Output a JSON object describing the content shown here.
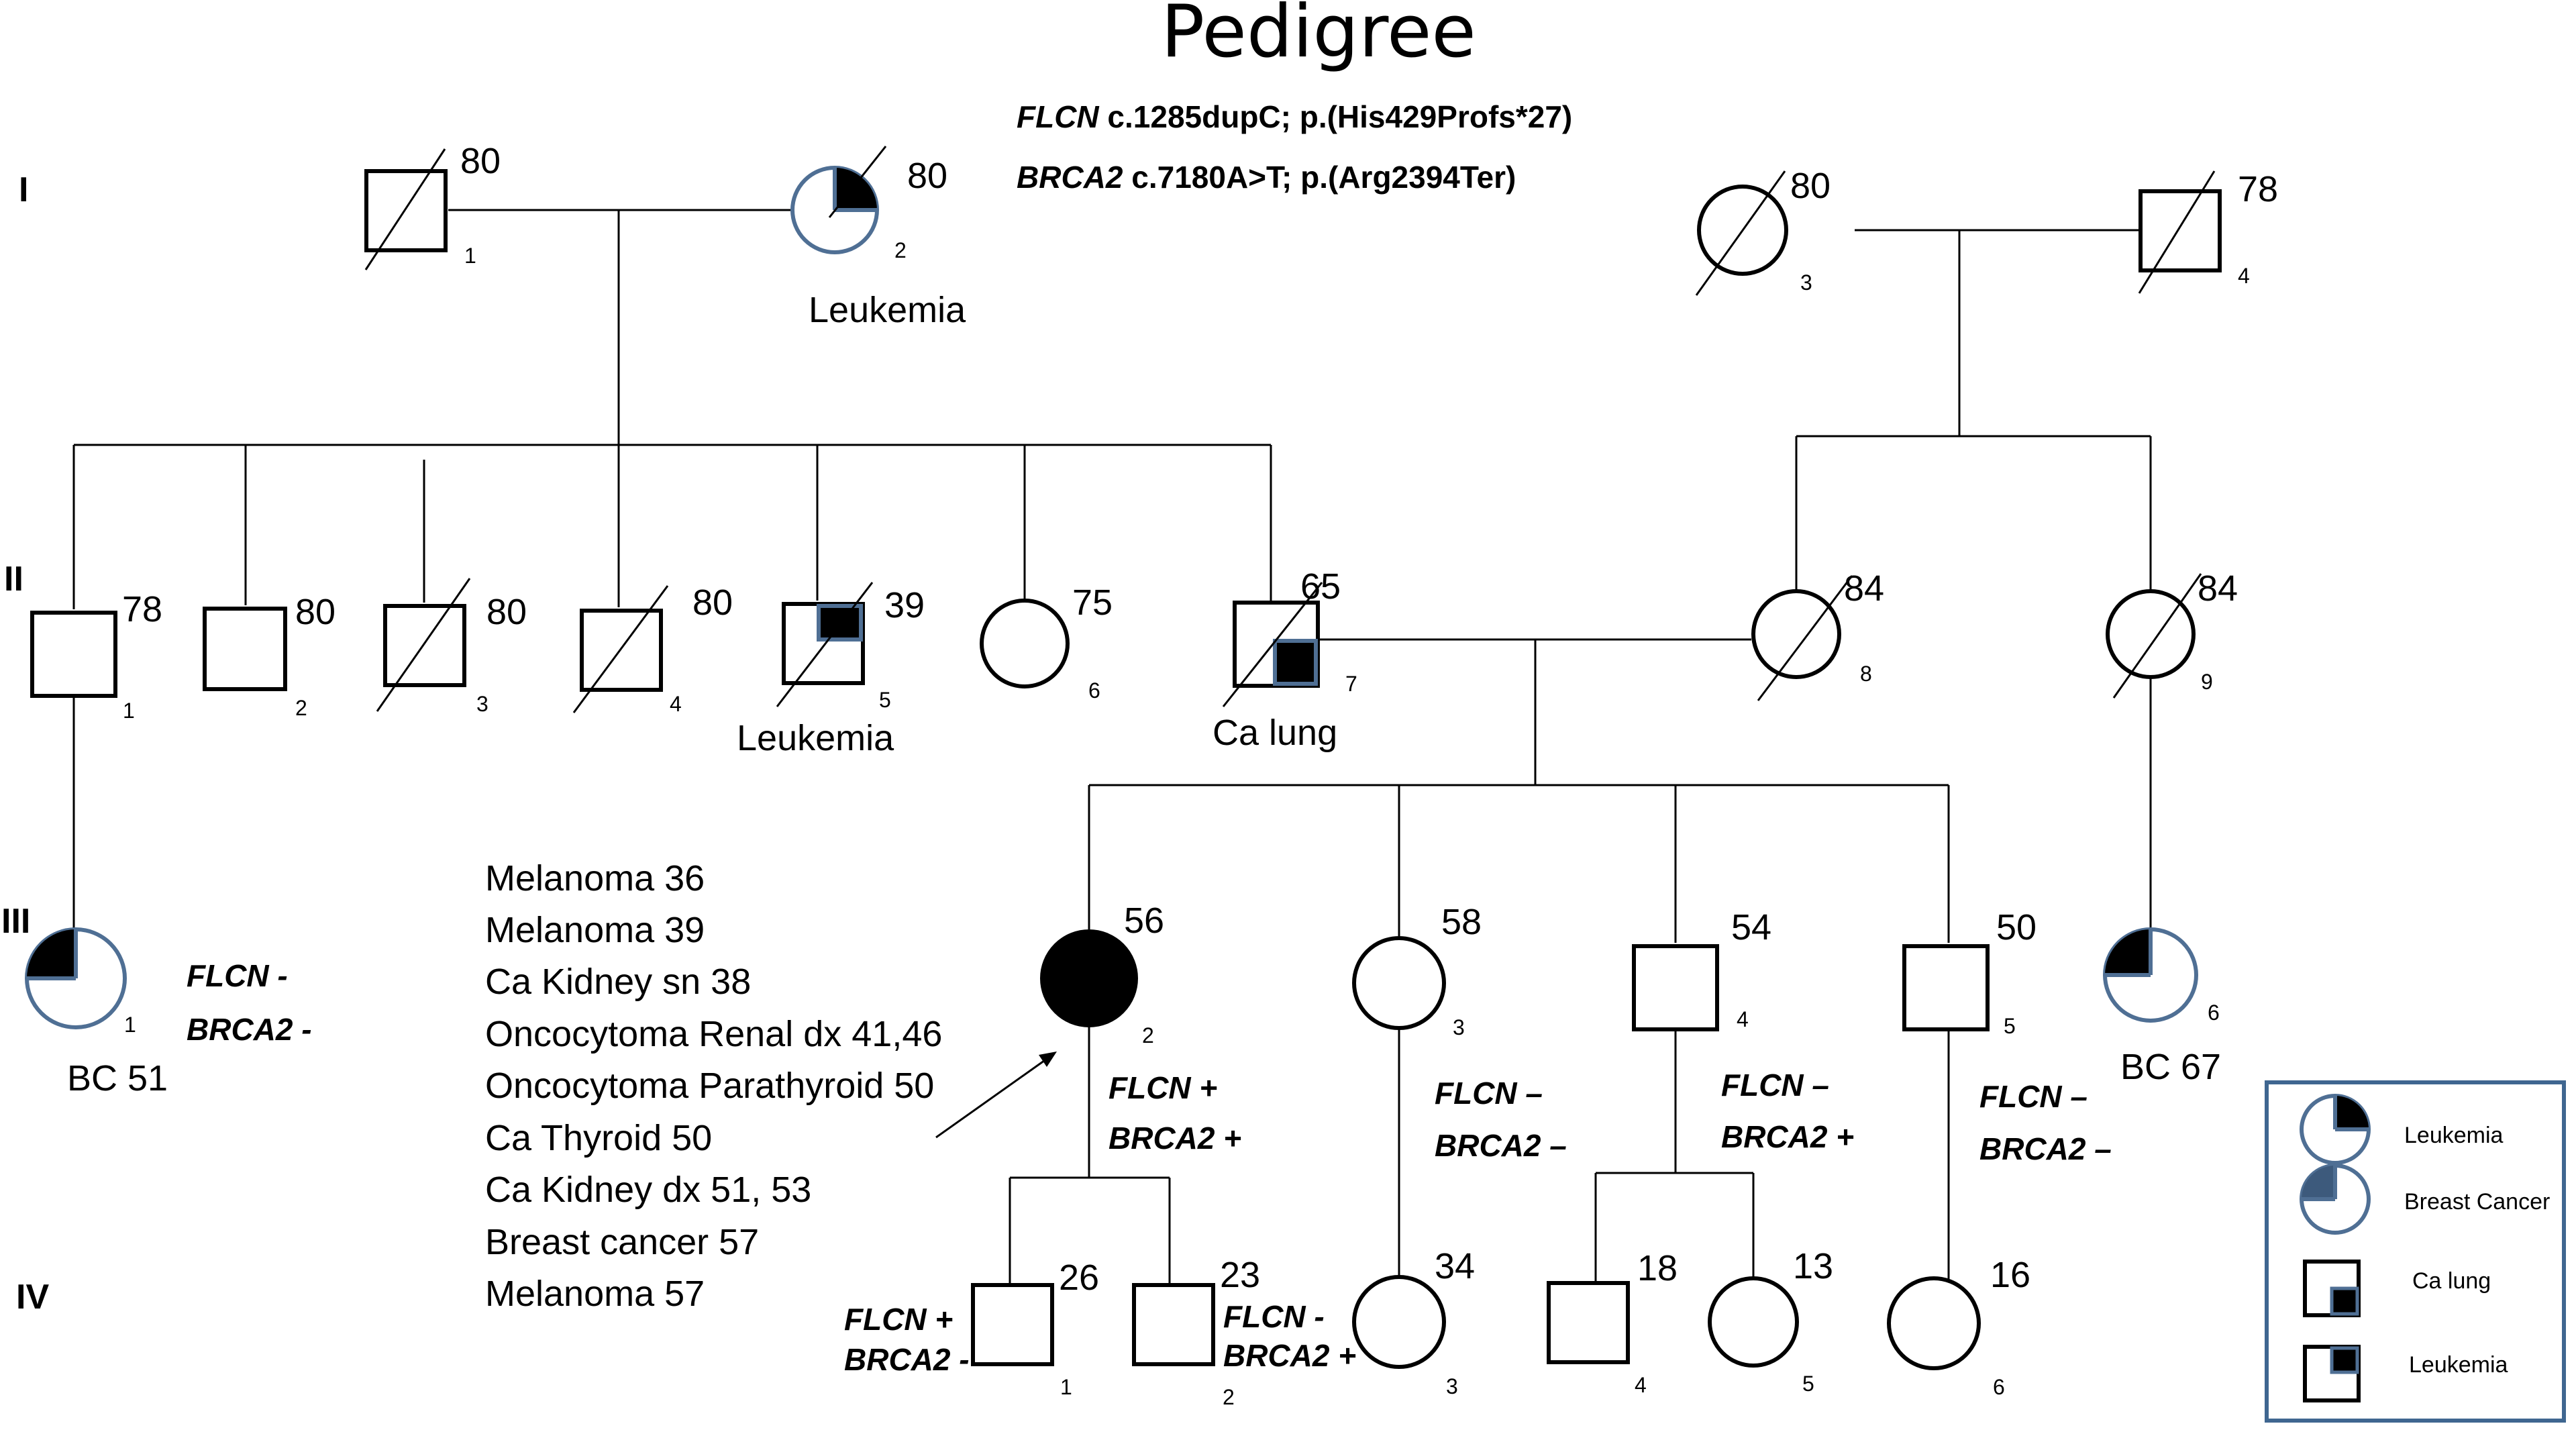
{
  "title": "Pedigree",
  "variants": {
    "flcn_gene": "FLCN",
    "flcn_change": " c.1285dupC; p.(His429Profs*27)",
    "brca2_gene": "BRCA2",
    "brca2_change": " c.7180A>T; p.(Arg2394Ter)"
  },
  "generations": [
    "I",
    "II",
    "III",
    "IV"
  ],
  "gen_I": {
    "p1": {
      "age": "80",
      "num": "1"
    },
    "p2": {
      "age": "80",
      "num": "2",
      "dx": "Leukemia"
    },
    "p3": {
      "age": "80",
      "num": "3"
    },
    "p4": {
      "age": "78",
      "num": "4"
    }
  },
  "gen_II": {
    "p1": {
      "age": "78",
      "num": "1"
    },
    "p2": {
      "age": "80",
      "num": "2"
    },
    "p3": {
      "age": "80",
      "num": "3"
    },
    "p4": {
      "age": "80",
      "num": "4"
    },
    "p5": {
      "age": "39",
      "num": "5",
      "dx": "Leukemia"
    },
    "p6": {
      "age": "75",
      "num": "6"
    },
    "p7": {
      "age": "65",
      "num": "7",
      "dx": "Ca lung"
    },
    "p8": {
      "age": "84",
      "num": "8"
    },
    "p9": {
      "age": "84",
      "num": "9"
    }
  },
  "gen_III": {
    "p1": {
      "num": "1",
      "dx": "BC 51",
      "flcn": "FLCN -",
      "brca2": "BRCA2 -"
    },
    "p2": {
      "age": "56",
      "num": "2",
      "flcn": "FLCN +",
      "brca2": "BRCA2 +"
    },
    "p3": {
      "age": "58",
      "num": "3",
      "flcn": "FLCN –",
      "brca2": "BRCA2 –"
    },
    "p4": {
      "age": "54",
      "num": "4",
      "flcn": "FLCN –",
      "brca2": "BRCA2 +"
    },
    "p5": {
      "age": "50",
      "num": "5",
      "flcn": "FLCN –",
      "brca2": "BRCA2 –"
    },
    "p6": {
      "num": "6",
      "dx": "BC 67"
    }
  },
  "gen_IV": {
    "p1": {
      "age": "26",
      "num": "1",
      "flcn": "FLCN +",
      "brca2": "BRCA2 -"
    },
    "p2": {
      "age": "23",
      "num": "2",
      "flcn": "FLCN -",
      "brca2": "BRCA2 +"
    },
    "p3": {
      "age": "34",
      "num": "3"
    },
    "p4": {
      "age": "18",
      "num": "4"
    },
    "p5": {
      "age": "13",
      "num": "5"
    },
    "p6": {
      "age": "16",
      "num": "6"
    }
  },
  "proband_history": [
    "Melanoma 36",
    "Melanoma 39",
    "Ca Kidney sn 38",
    "Oncocytoma  Renal dx 41,46",
    "Oncocytoma Parathyroid 50",
    "Ca Thyroid 50",
    "Ca Kidney dx 51, 53",
    "Breast cancer 57",
    "Melanoma 57"
  ],
  "legend": {
    "leukemia_circle": "Leukemia",
    "breast_cancer": "Breast Cancer",
    "ca_lung": "Ca lung",
    "leukemia_square": "Leukemia"
  },
  "colors": {
    "affected_fill": "#000000",
    "outline_blue": "#4f6f94",
    "breast_cancer_fill": "#3d5a7c",
    "legend_border": "#3f6690"
  }
}
